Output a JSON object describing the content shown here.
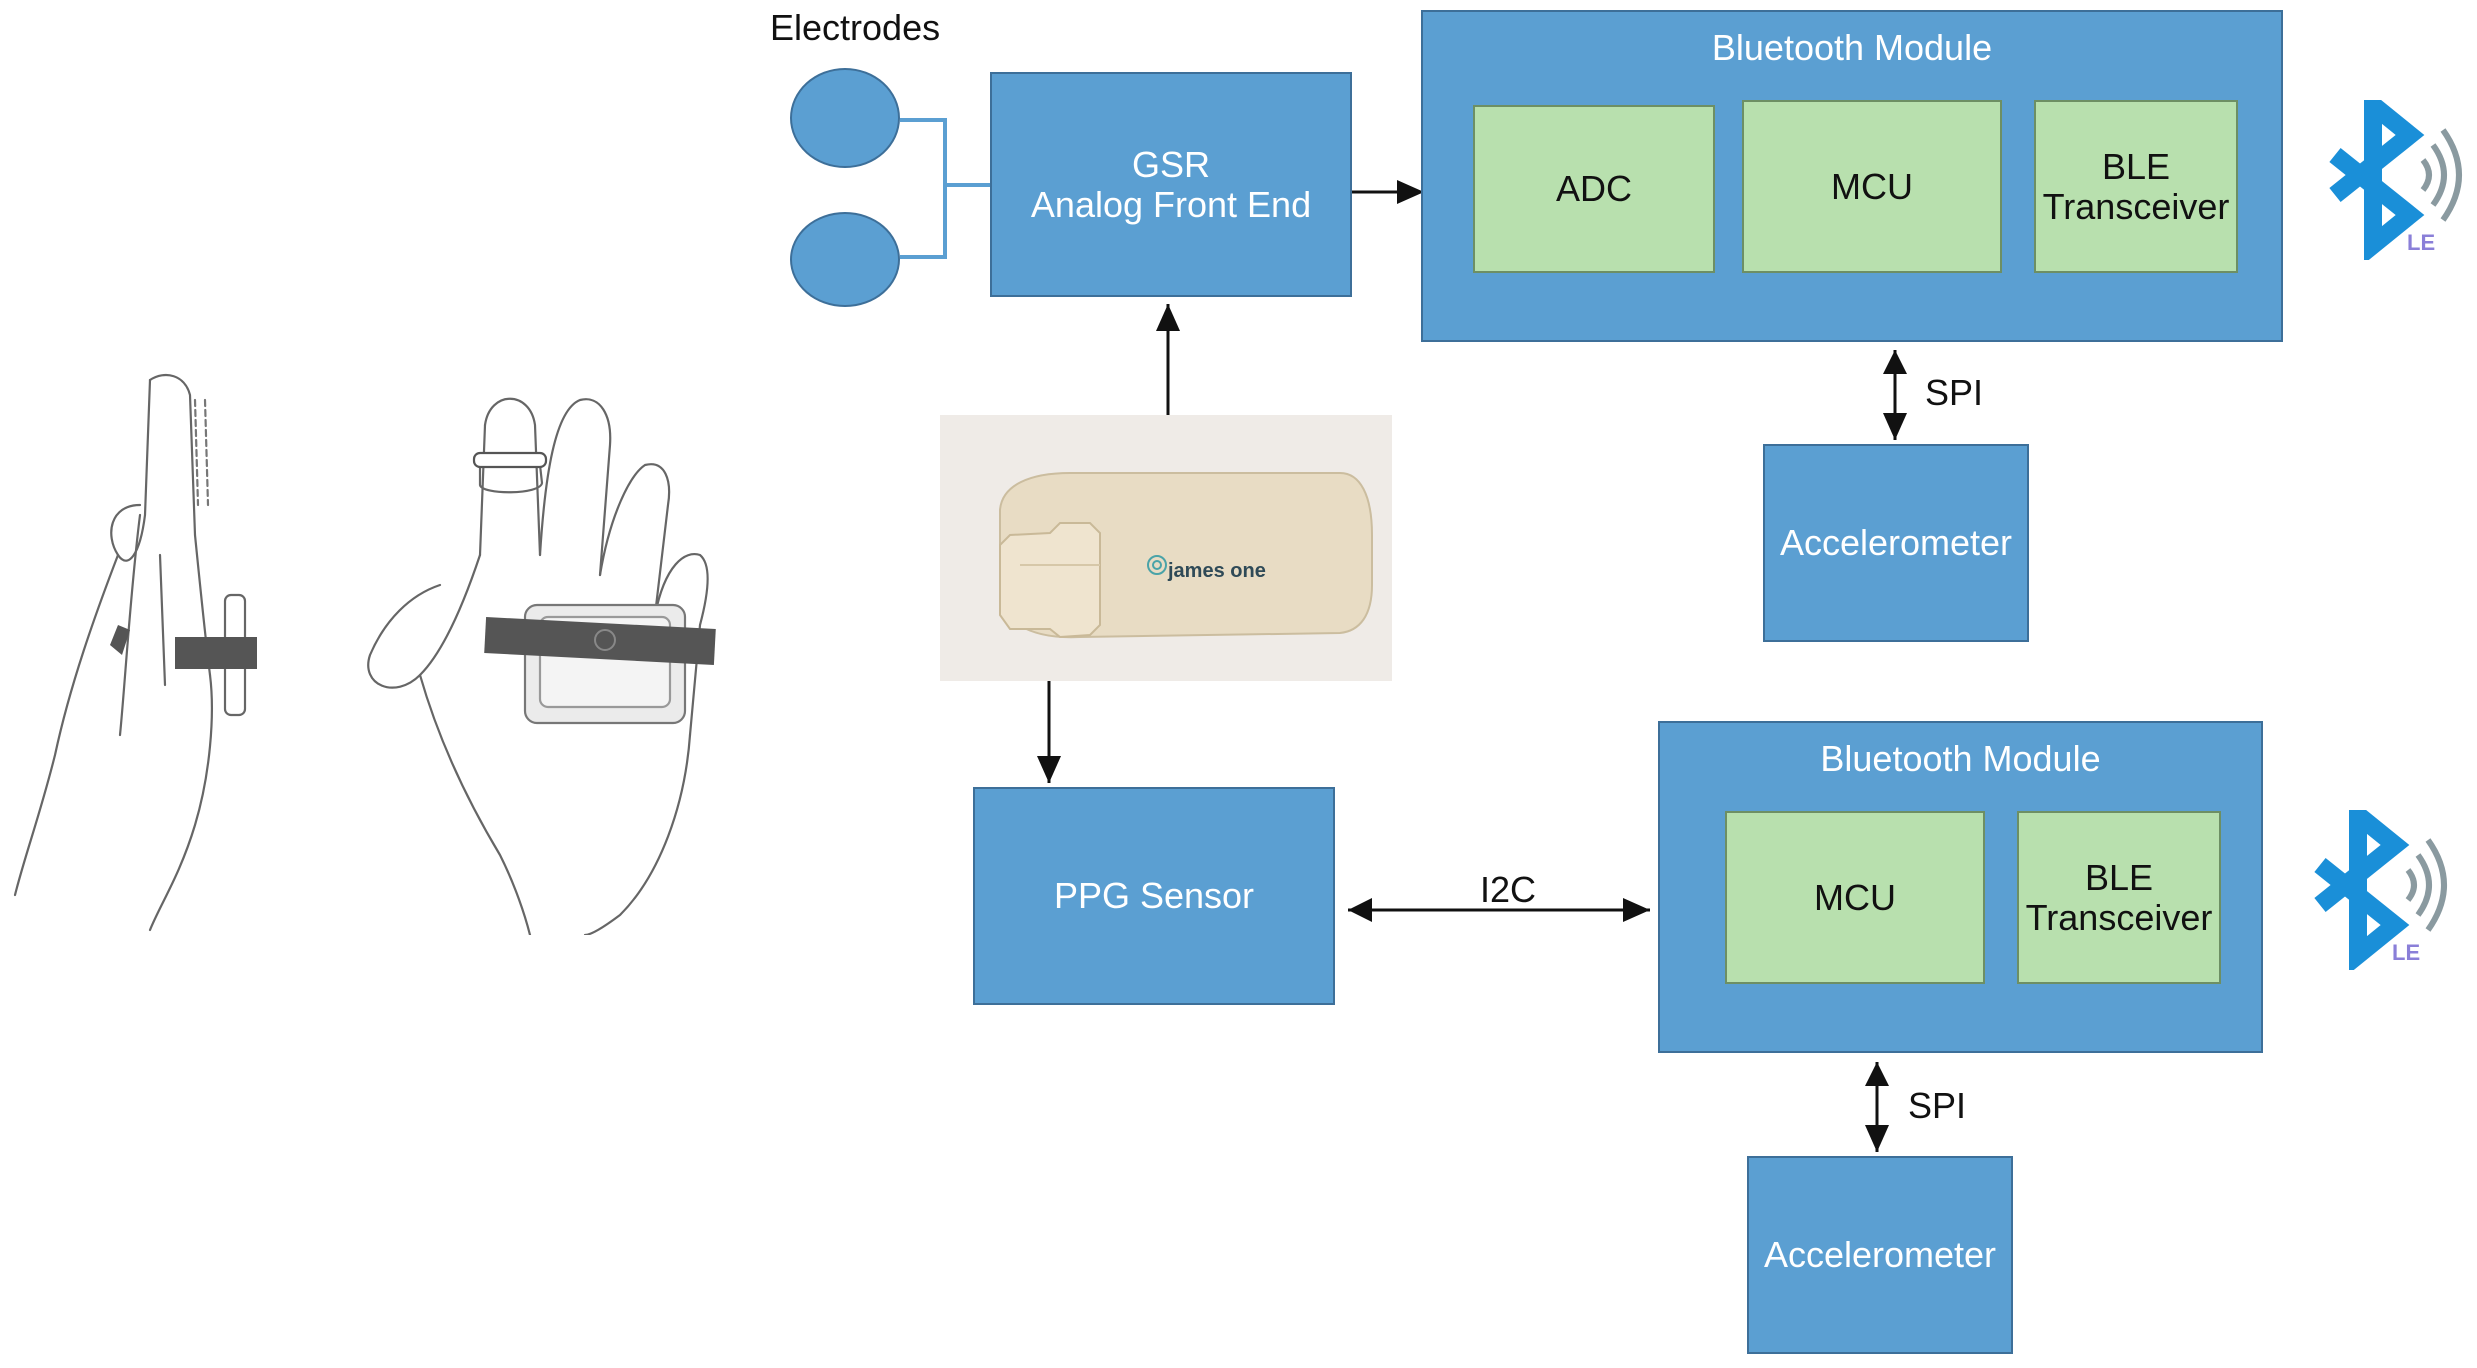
{
  "labels": {
    "electrodes": "Electrodes",
    "gsr": "GSR\nAnalog Front End",
    "ppg": "PPG Sensor",
    "i2c": "I2C",
    "spi_top": "SPI",
    "spi_bottom": "SPI",
    "device_brand": "james one"
  },
  "modules": {
    "top": {
      "title": "Bluetooth Module",
      "adc": "ADC",
      "mcu": "MCU",
      "ble": "BLE\nTransceiver",
      "accelerometer": "Accelerometer",
      "le": "LE"
    },
    "bottom": {
      "title": "Bluetooth Module",
      "mcu": "MCU",
      "ble": "BLE\nTransceiver",
      "accelerometer": "Accelerometer",
      "le": "LE"
    }
  },
  "colors": {
    "block_blue": "#5b9fd2",
    "block_border": "#3d6f99",
    "component_green": "#b8e0ae",
    "bluetooth_blue": "#1a8fd8",
    "le_text": "#8a7fd8"
  }
}
